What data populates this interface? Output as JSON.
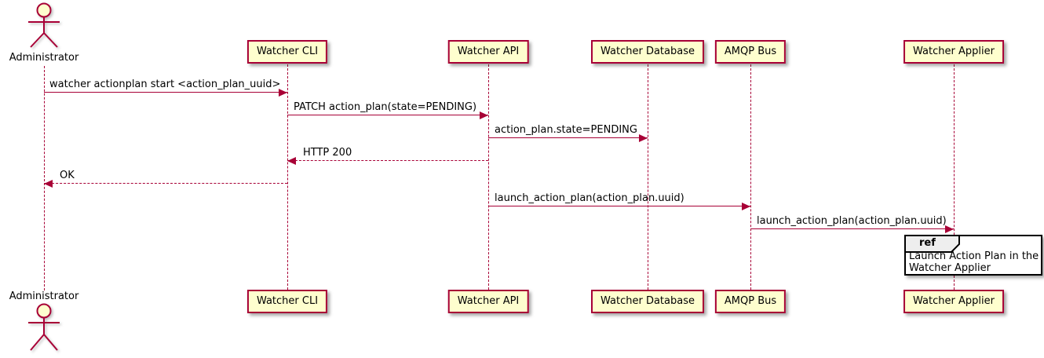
{
  "diagram": {
    "type": "plantuml-sequence",
    "colors": {
      "accent": "#A80036",
      "participant_fill": "#FEFECE",
      "ref_header_fill": "#EEEEEE",
      "ref_border": "#000000",
      "text": "#000000"
    },
    "actor": {
      "name": "Administrator"
    },
    "participants": [
      {
        "label": "Watcher CLI"
      },
      {
        "label": "Watcher API"
      },
      {
        "label": "Watcher Database"
      },
      {
        "label": "AMQP Bus"
      },
      {
        "label": "Watcher Applier"
      }
    ],
    "messages": [
      {
        "from": "Administrator",
        "to": "Watcher CLI",
        "style": "solid",
        "label": "watcher actionplan start <action_plan_uuid>"
      },
      {
        "from": "Watcher CLI",
        "to": "Watcher API",
        "style": "solid",
        "label": "PATCH action_plan(state=PENDING)"
      },
      {
        "from": "Watcher API",
        "to": "Watcher Database",
        "style": "solid",
        "label": "action_plan.state=PENDING"
      },
      {
        "from": "Watcher API",
        "to": "Watcher CLI",
        "style": "dashed-reply",
        "label": "HTTP 200"
      },
      {
        "from": "Watcher CLI",
        "to": "Administrator",
        "style": "dashed-reply",
        "label": "OK"
      },
      {
        "from": "Watcher API",
        "to": "AMQP Bus",
        "style": "solid",
        "label": "launch_action_plan(action_plan.uuid)"
      },
      {
        "from": "AMQP Bus",
        "to": "Watcher Applier",
        "style": "solid",
        "label": "launch_action_plan(action_plan.uuid)"
      }
    ],
    "ref": {
      "keyword": "ref",
      "lines": [
        "Launch Action Plan in the",
        "Watcher Applier"
      ]
    }
  }
}
